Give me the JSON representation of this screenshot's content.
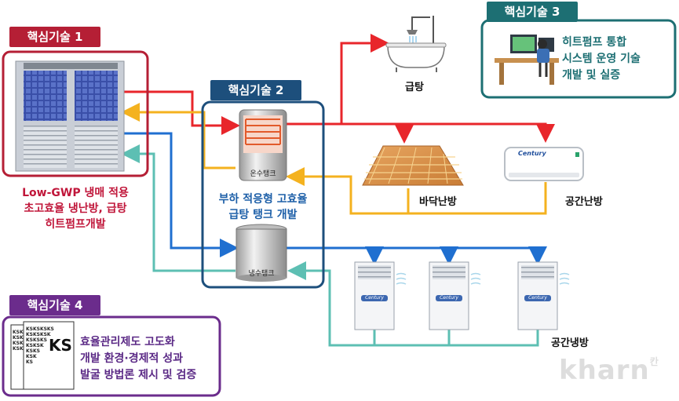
{
  "core1": {
    "tag": "핵심기술 1",
    "lines": [
      "Low-GWP 냉매 적용",
      "초고효율 냉난방, 급탕",
      "히트펌프개발"
    ]
  },
  "core2": {
    "tag": "핵심기술 2",
    "lines": [
      "부하 적응형 고효율",
      "급탕 탱크 개발"
    ],
    "hot_tank": "온수탱크",
    "cold_tank": "냉수탱크"
  },
  "core3": {
    "tag": "핵심기술 3",
    "lines": [
      "히트펌프 통합",
      "시스템 운영 기술",
      "개발 및 실증"
    ]
  },
  "core4": {
    "tag": "핵심기술 4",
    "lines": [
      "효율관리제도 고도화",
      "개발 환경·경제적 성과",
      "발굴 방법론 제시 및 검증"
    ],
    "doc_text": "KS",
    "doc_pattern": [
      "KSKSKSKS",
      "KSKSKSK",
      "KSKSKS",
      "KSKSK",
      "KSKS",
      "KSK",
      "KS"
    ]
  },
  "labels": {
    "hot_water": "급탕",
    "floor_heating": "바닥난방",
    "space_heating": "공간난방",
    "space_cooling": "공간냉방",
    "ac_brand": "Century"
  },
  "watermark": {
    "text": "kharn",
    "suffix": "칸"
  },
  "colors": {
    "red": "#e8262b",
    "core1": "#b51f35",
    "core2": "#1d4f7c",
    "core3": "#1d6f73",
    "core4": "#6b2c8c",
    "orange": "#f4b21f",
    "blue": "#1f6fd0",
    "teal": "#5dbfb3"
  }
}
